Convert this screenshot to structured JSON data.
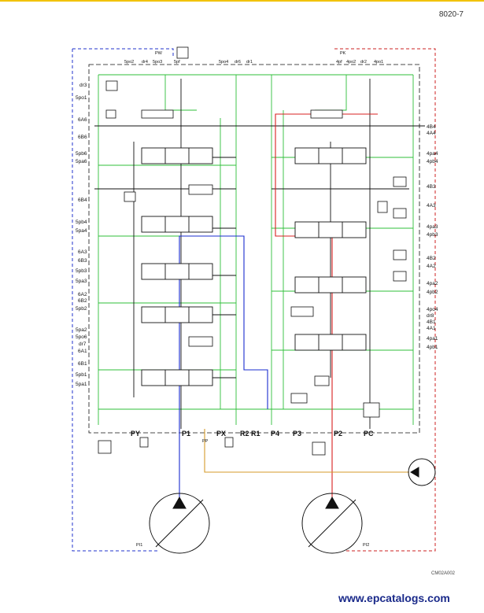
{
  "header": {
    "page_number": "8020-7"
  },
  "figure_code": "CM02A002",
  "watermark": "www.epcatalogs.com",
  "top_labels": {
    "pw": "PW",
    "pk": "PK",
    "left_group": [
      "5po2",
      "dr4",
      "5po3",
      "5pf"
    ],
    "mid_group": [
      "5po4",
      "dr6",
      "dr1"
    ],
    "right_group": [
      "4pf",
      "4po2",
      "dr2",
      "4po1"
    ]
  },
  "left_labels": [
    "dr3",
    "5po1",
    "6A6",
    "6B6",
    "5pb6",
    "5pa6",
    "6B4",
    "5pb4",
    "5pa4",
    "6A3",
    "6B3",
    "5pb3",
    "5pa3",
    "6A2",
    "6B2",
    "5pb2",
    "5pa2",
    "5po6",
    "dr7",
    "6A1",
    "6B1",
    "5pb1",
    "5pa1"
  ],
  "right_labels": [
    "4B4",
    "4A4",
    "4pa4",
    "4pb4",
    "4B3",
    "4A3",
    "4pa3",
    "4pb3",
    "4B2",
    "4A2",
    "4pa2",
    "4pb2",
    "4po4",
    "dr8",
    "4B1",
    "4A1",
    "4pa1",
    "4pb1"
  ],
  "bottom_ports": [
    "PY",
    "P1",
    "PP",
    "PX",
    "R2",
    "R1",
    "P4",
    "P3",
    "P2",
    "PC"
  ],
  "pumps": {
    "left": "PI1",
    "right": "PI2"
  },
  "colors": {
    "frame": "#111111",
    "pilot_green": "#2fbf3a",
    "pump1_blue": "#1a2ccf",
    "pump2_red": "#d82020",
    "drain_orange": "#d49a2a",
    "dashed_blue": "#2233cc",
    "dashed_red": "#cc2222",
    "accent_yellow": "#f2c200"
  }
}
